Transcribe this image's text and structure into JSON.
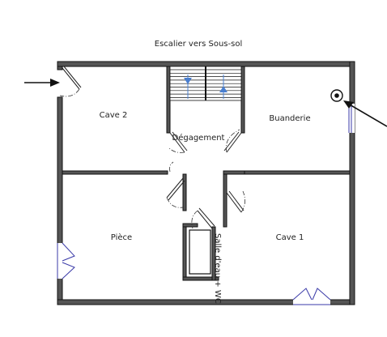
{
  "title": "Escalier vers Sous-sol",
  "rooms": {
    "cave2": "Cave 2",
    "buanderie": "Buanderie",
    "degagement": "Dégagement",
    "piece": "Pièce",
    "cave1": "Cave 1",
    "salle_eau": "Salle d'eau + WC"
  },
  "colors": {
    "wall": "#111111",
    "window": "#3a3aa8",
    "stair_arrow": "#4a7fd0",
    "water_fixture": "#111111"
  },
  "icons": {
    "entry_arrow_left": "arrow-right-icon",
    "entry_arrow_right": "arrow-upleft-icon",
    "fixture": "water-inlet-icon",
    "stairs": "stairs-icon"
  }
}
